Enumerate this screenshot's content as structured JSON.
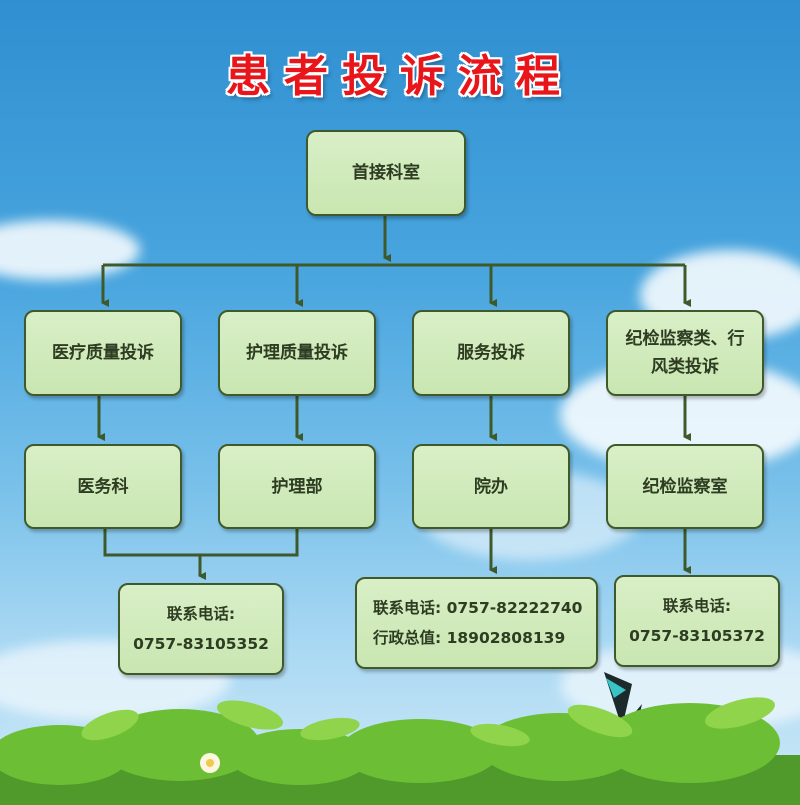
{
  "title": "患者投诉流程",
  "root": {
    "label": "首接科室"
  },
  "branches": [
    {
      "category": [
        "医疗质量投诉"
      ],
      "department": "医务科"
    },
    {
      "category": [
        "护理质量投诉"
      ],
      "department": "护理部"
    },
    {
      "category": [
        "服务投诉"
      ],
      "department": "院办"
    },
    {
      "category": [
        "纪检监察类、行",
        "风类投诉"
      ],
      "department": "纪检监察室"
    }
  ],
  "contacts": [
    {
      "lines": [
        "联系电话:",
        "0757-83105352"
      ]
    },
    {
      "lines": [
        "联系电话:  0757-82222740",
        "行政总值:  18902808139"
      ]
    },
    {
      "lines": [
        "联系电话:",
        "0757-83105372"
      ]
    }
  ],
  "colors": {
    "title": "#e8151b",
    "box_fill": "#d0eab9",
    "box_border": "#3f5a2a",
    "connector": "#3f5a2a"
  }
}
